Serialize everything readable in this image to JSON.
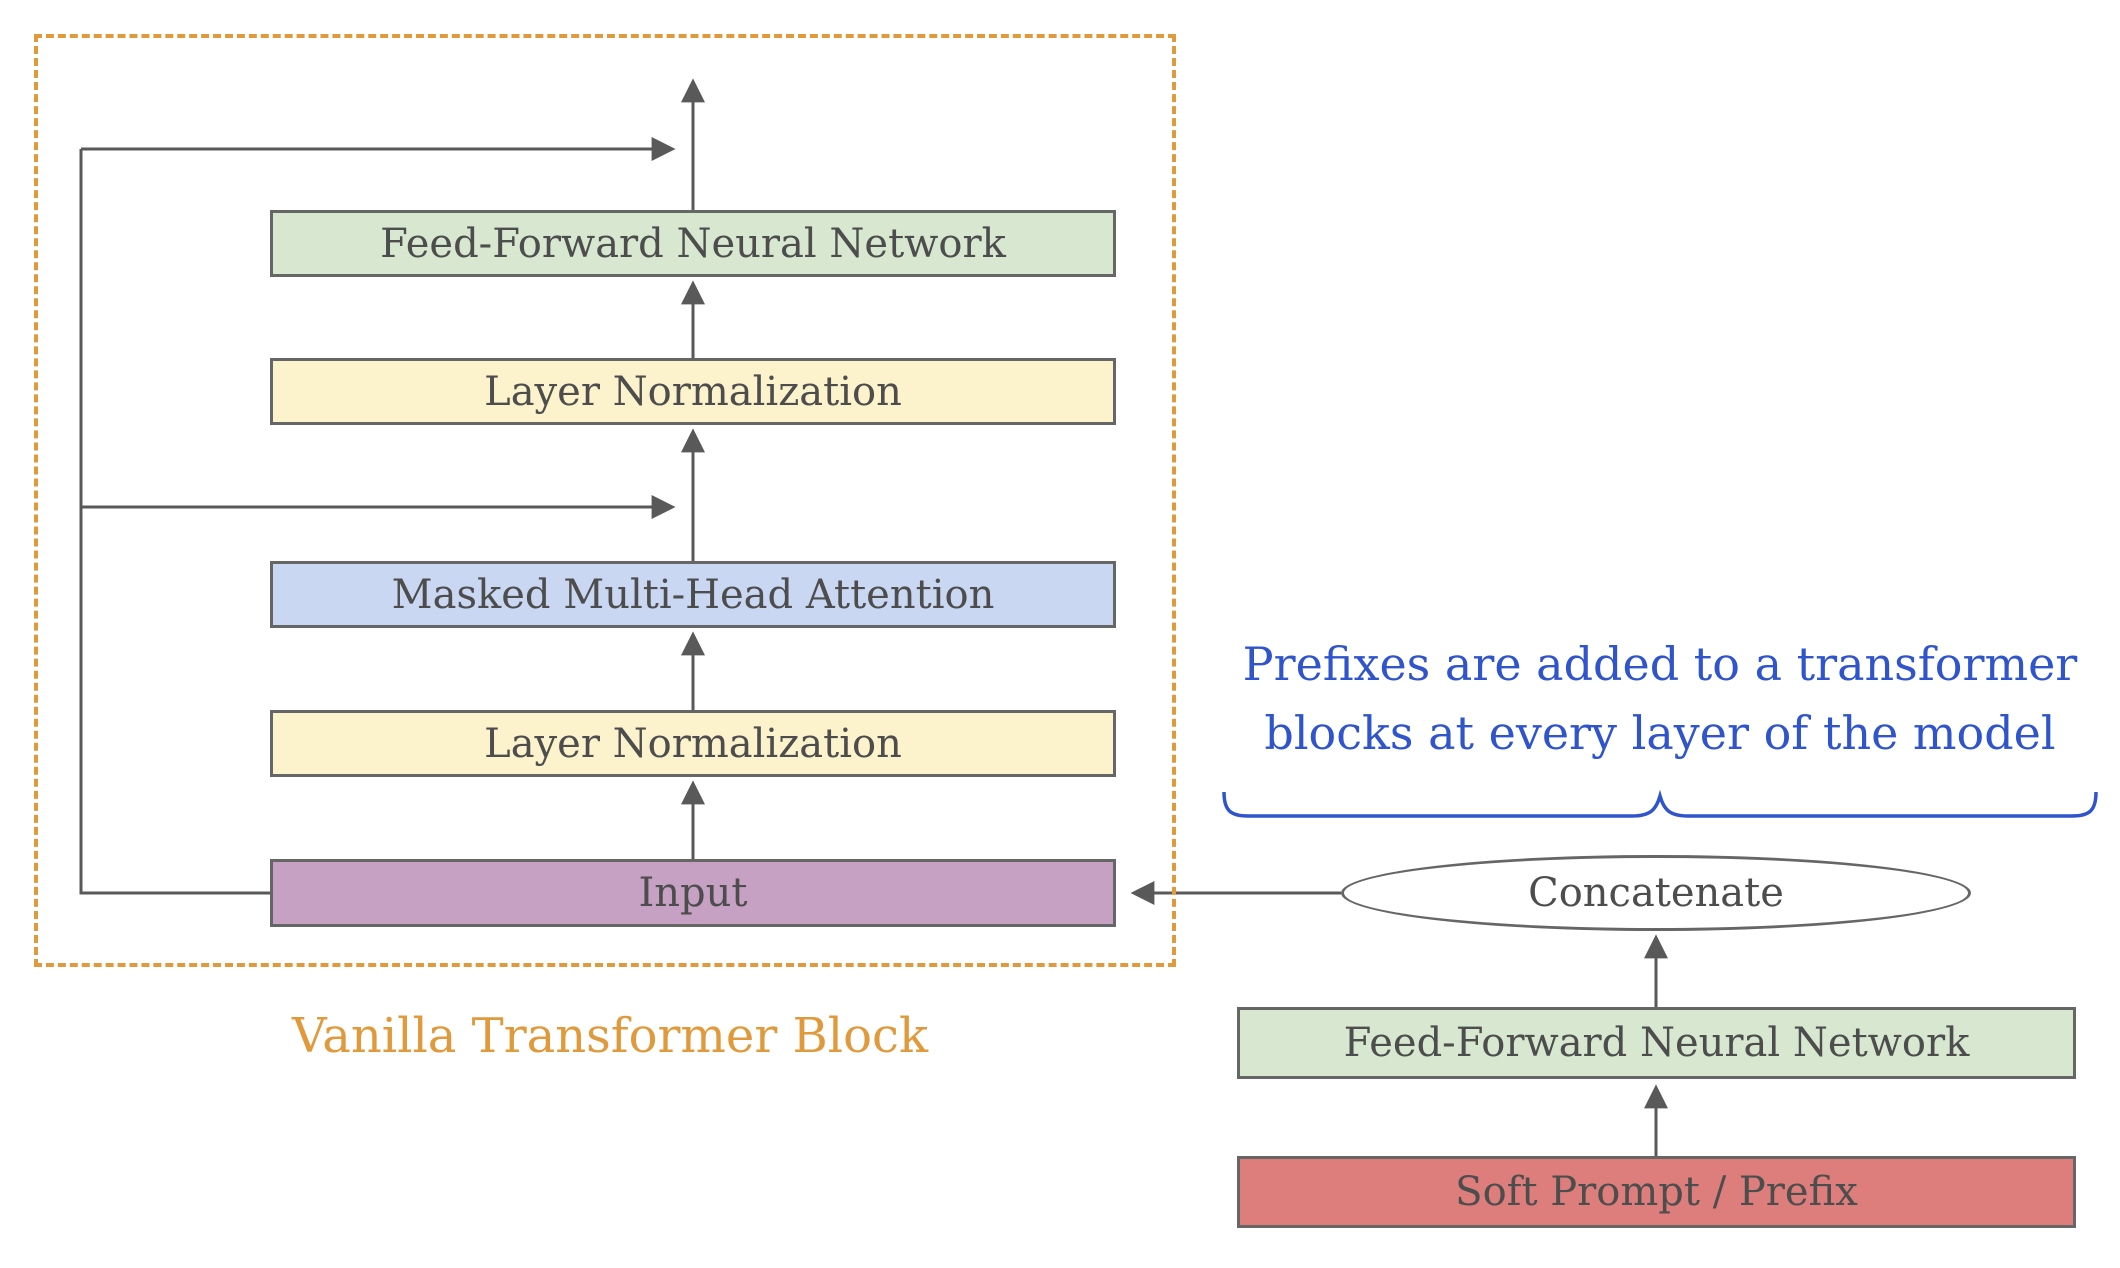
{
  "vanilla": {
    "caption": "Vanilla Transformer Block",
    "caption_color": "#E09A3C",
    "frame_border_color": "#E09A3C",
    "boxes": [
      {
        "label": "Feed-Forward Neural Network",
        "fill": "#d7e7d0"
      },
      {
        "label": "Layer Normalization",
        "fill": "#fcf2cc"
      },
      {
        "label": "Masked Multi-Head Attention",
        "fill": "#c9d7f3"
      },
      {
        "label": "Layer Normalization",
        "fill": "#fcf2cc"
      },
      {
        "label": "Input",
        "fill": "#c6a1c3"
      }
    ]
  },
  "annotation": {
    "line1": "Prefixes are added to a transformer",
    "line2": "blocks at every layer of the model",
    "color": "#2F54CB"
  },
  "prefix_branch": {
    "concatenate_label": "Concatenate",
    "ffnn_label": "Feed-Forward Neural Network",
    "ffnn_fill": "#d7e7d0",
    "soft_prompt_label": "Soft Prompt / Prefix",
    "soft_prompt_fill": "#dd7e7c"
  },
  "line_color": "#595959"
}
